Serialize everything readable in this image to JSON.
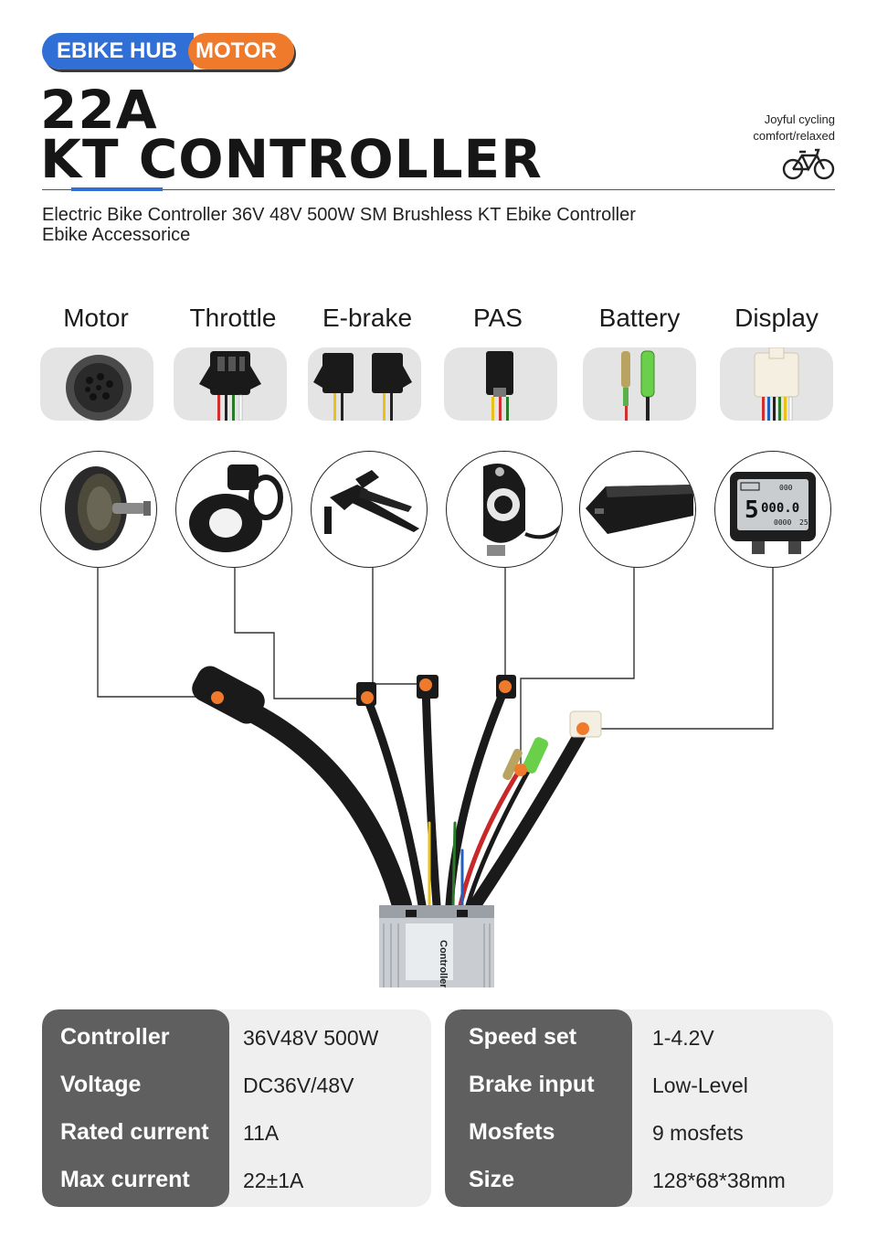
{
  "badge": {
    "part1": "EBIKE HUB",
    "part2": "MOTOR"
  },
  "title": {
    "line1": "22A",
    "line2": "KT CONTROLLER"
  },
  "tagline": {
    "line1": "Joyful cycling",
    "line2": "comfort/relaxed"
  },
  "description": {
    "line1": "Electric Bike Controller 36V 48V 500W  SM Brushless KT Ebike Controller",
    "line2": "Ebike Accessorice"
  },
  "components": [
    {
      "label": "Motor"
    },
    {
      "label": "Throttle"
    },
    {
      "label": "E-brake"
    },
    {
      "label": "PAS"
    },
    {
      "label": "Battery"
    },
    {
      "label": "Display"
    }
  ],
  "display_screen": {
    "speed": "5",
    "odo": "000.0",
    "small1": "000",
    "small2": "0000",
    "small3": "25"
  },
  "controller_label": "Controller",
  "specs_left": [
    {
      "key": "Controller",
      "value": "36V48V 500W"
    },
    {
      "key": "Voltage",
      "value": "DC36V/48V"
    },
    {
      "key": "Rated current",
      "value": "11A"
    },
    {
      "key": "Max current",
      "value": "22±1A"
    }
  ],
  "specs_right": [
    {
      "key": "Speed set",
      "value": "1-4.2V"
    },
    {
      "key": "Brake input",
      "value": "Low-Level"
    },
    {
      "key": "Mosfets",
      "value": "9 mosfets"
    },
    {
      "key": "Size",
      "value": "128*68*38mm"
    }
  ],
  "colors": {
    "accent_blue": "#2f6fd6",
    "accent_orange": "#f07a2b",
    "spec_key_bg": "#5f5f5f",
    "spec_val_bg": "#efefef"
  }
}
